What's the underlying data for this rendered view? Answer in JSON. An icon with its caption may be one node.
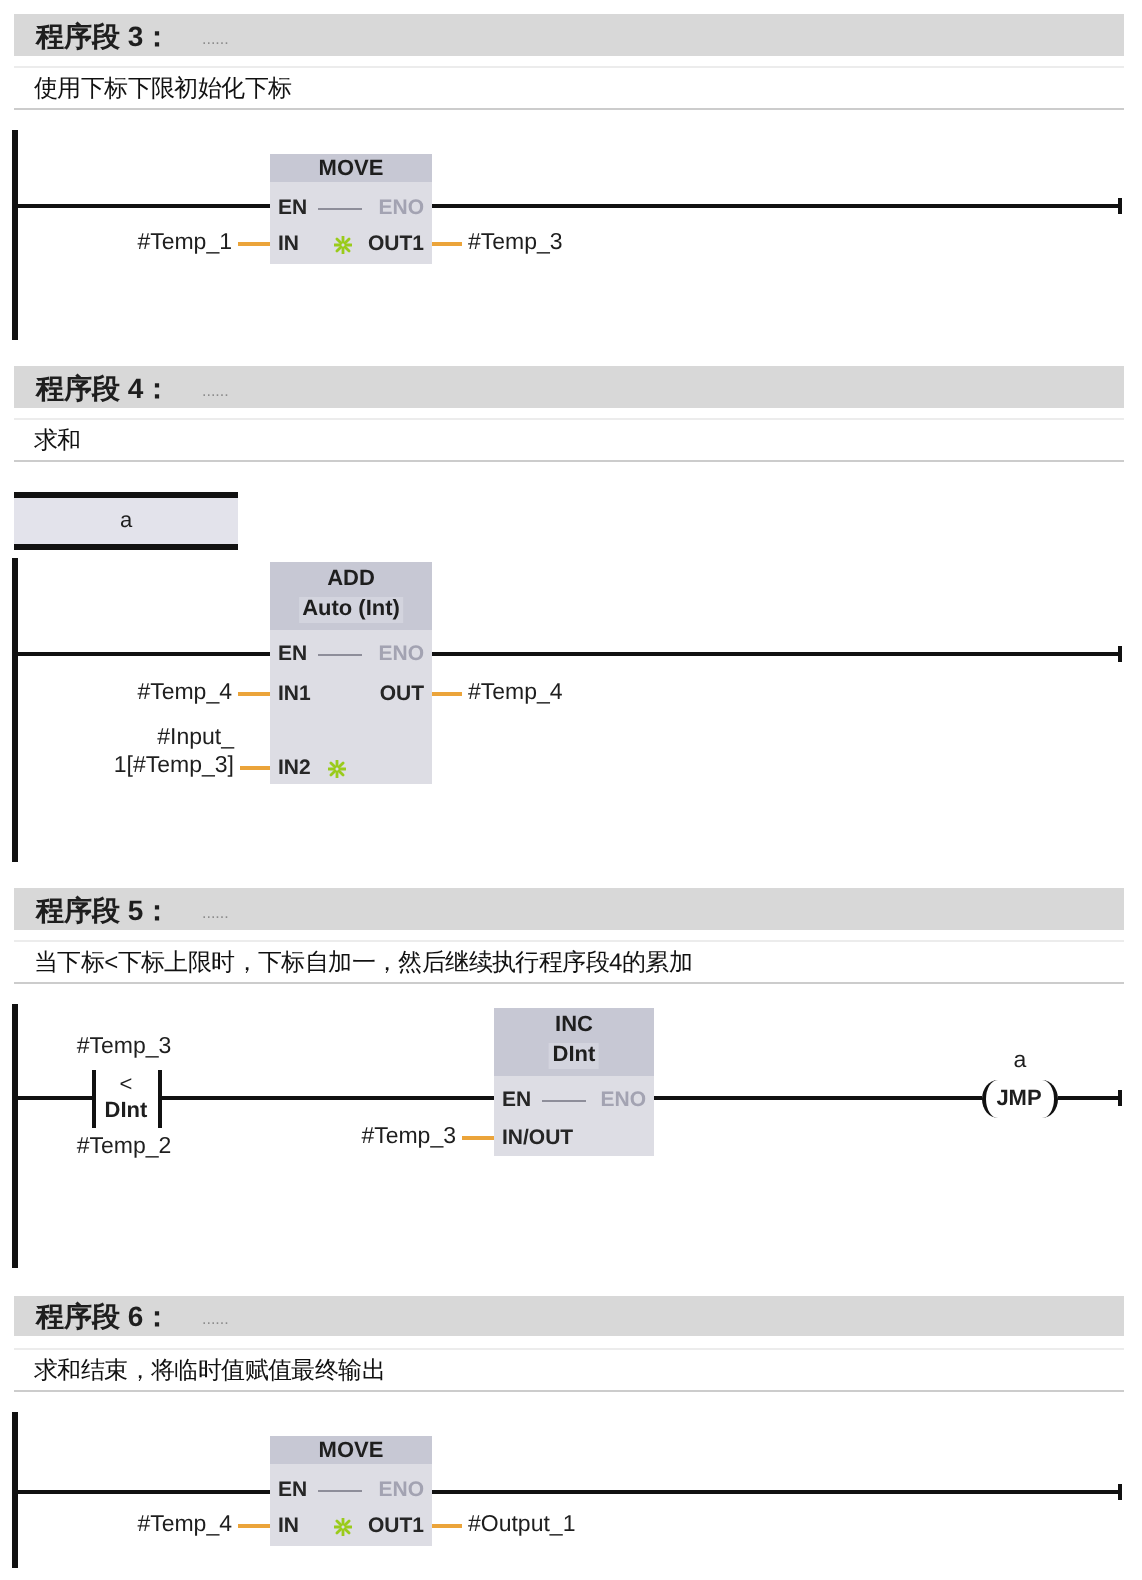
{
  "diagram": {
    "nodes": [
      {
        "text": [
          "程序段 3：",
          "......"
        ]
      },
      {
        "text": [
          "使用下标下限初始化下标"
        ]
      },
      {
        "text": [],
        "shape": "bar"
      },
      {
        "text": [
          "MOVE",
          "EN",
          "ENO",
          "IN",
          "OUT1"
        ]
      },
      {
        "text": [
          "#Temp_1"
        ]
      },
      {
        "text": [
          "#Temp_3"
        ]
      },
      {
        "text": [
          "程序段 4：",
          "......"
        ]
      },
      {
        "text": [
          "求和"
        ]
      },
      {
        "text": [
          "a"
        ]
      },
      {
        "text": [],
        "shape": "bar"
      },
      {
        "text": [
          "ADD",
          "Auto (Int)",
          "EN",
          "ENO",
          "IN1",
          "OUT",
          "IN2"
        ]
      },
      {
        "text": [
          "#Temp_4"
        ]
      },
      {
        "text": [
          "#Temp_4"
        ]
      },
      {
        "text": [
          "#Input_ 1[#Temp_3]"
        ]
      },
      {
        "text": [
          "程序段 5：",
          "......"
        ]
      },
      {
        "text": [
          "当下标<下标上限时，下标自加一，然后继续执行程序段4的累加"
        ]
      },
      {
        "text": [],
        "shape": "bar"
      },
      {
        "text": [
          "<",
          "DInt"
        ],
        "beside": [
          "#Temp_3",
          "#Temp_2"
        ]
      },
      {
        "text": [
          "INC",
          "DInt",
          "EN",
          "ENO",
          "IN/OUT"
        ]
      },
      {
        "text": [
          "#Temp_3"
        ]
      },
      {
        "text": [
          "JMP"
        ],
        "beside": [
          "a"
        ]
      },
      {
        "text": [
          "程序段 6：",
          "......"
        ]
      },
      {
        "text": [
          "求和结束，将临时值赋值最终输出"
        ]
      },
      {
        "text": [],
        "shape": "bar"
      },
      {
        "text": [
          "MOVE",
          "EN",
          "ENO",
          "IN",
          "OUT1"
        ]
      },
      {
        "text": [
          "#Temp_4"
        ]
      },
      {
        "text": [
          "#Output_1"
        ]
      }
    ],
    "edges": [
      {
        "from": 2,
        "to": 3,
        "arrow": "none"
      },
      {
        "from": 3,
        "to": null,
        "arrow": "other"
      },
      {
        "from": 4,
        "to": 3,
        "arrow": "none",
        "color": "#eba43a"
      },
      {
        "from": 3,
        "to": 5,
        "arrow": "none",
        "color": "#eba43a"
      },
      {
        "from": 9,
        "to": 10,
        "arrow": "none"
      },
      {
        "from": 10,
        "to": null,
        "arrow": "other"
      },
      {
        "from": 11,
        "to": 10,
        "arrow": "none",
        "color": "#eba43a"
      },
      {
        "from": 10,
        "to": 12,
        "arrow": "none",
        "color": "#eba43a"
      },
      {
        "from": 13,
        "to": 10,
        "arrow": "none",
        "color": "#eba43a"
      },
      {
        "from": 16,
        "to": 17,
        "arrow": "none"
      },
      {
        "from": 17,
        "to": 18,
        "arrow": "none"
      },
      {
        "from": 18,
        "to": 20,
        "arrow": "none"
      },
      {
        "from": 20,
        "to": null,
        "arrow": "other"
      },
      {
        "from": 19,
        "to": 18,
        "arrow": "none",
        "color": "#eba43a"
      },
      {
        "from": 23,
        "to": 24,
        "arrow": "none"
      },
      {
        "from": 24,
        "to": null,
        "arrow": "other"
      },
      {
        "from": 25,
        "to": 24,
        "arrow": "none",
        "color": "#eba43a"
      },
      {
        "from": 24,
        "to": 26,
        "arrow": "none",
        "color": "#eba43a"
      }
    ]
  }
}
